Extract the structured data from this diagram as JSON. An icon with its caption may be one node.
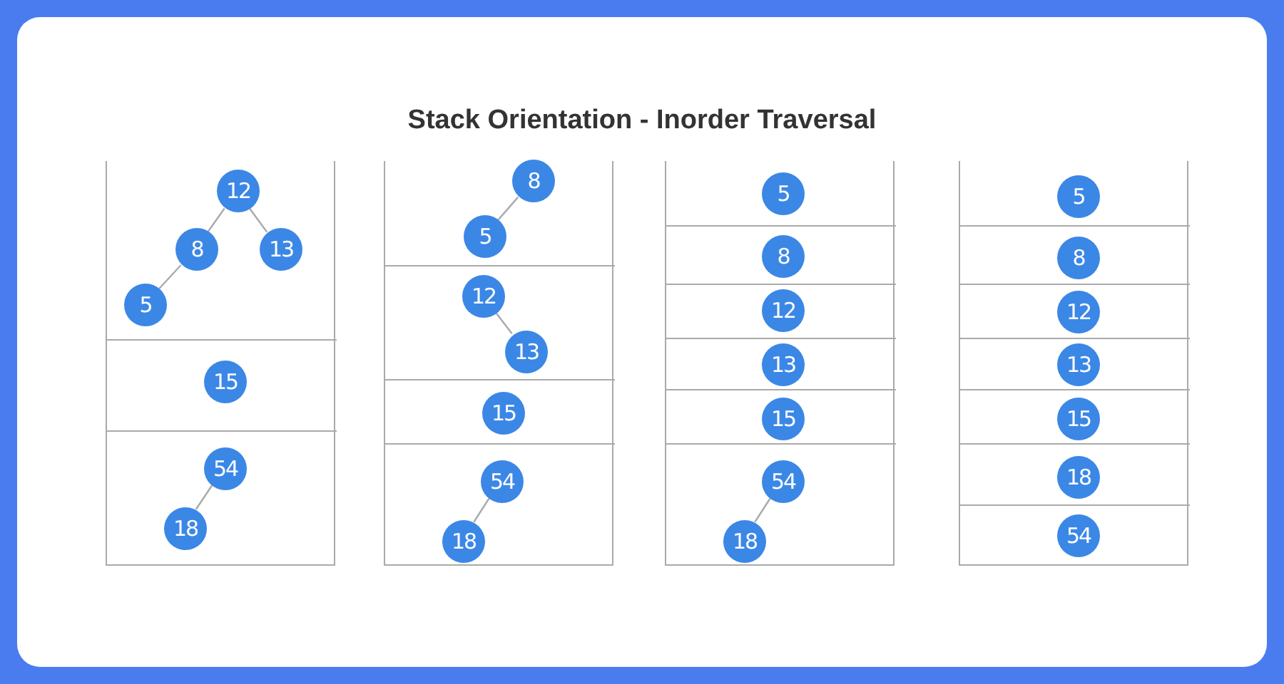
{
  "diagram": {
    "title": "Stack Orientation - Inorder Traversal",
    "nodes": [
      {
        "text": [],
        "shape": "box"
      },
      {
        "text": [],
        "shape": "box",
        "in": 0
      },
      {
        "text": [
          "12"
        ],
        "in": 1
      },
      {
        "text": [
          "8"
        ],
        "in": 1
      },
      {
        "text": [
          "13"
        ],
        "in": 1
      },
      {
        "text": [
          "5"
        ],
        "in": 1
      },
      {
        "text": [],
        "shape": "box",
        "in": 0
      },
      {
        "text": [
          "15"
        ],
        "in": 6
      },
      {
        "text": [],
        "shape": "box",
        "in": 0
      },
      {
        "text": [
          "54"
        ],
        "in": 8
      },
      {
        "text": [
          "18"
        ],
        "in": 8
      },
      {
        "text": [],
        "shape": "box"
      },
      {
        "text": [],
        "shape": "box",
        "in": 11
      },
      {
        "text": [
          "8"
        ],
        "in": 12
      },
      {
        "text": [
          "5"
        ],
        "in": 12
      },
      {
        "text": [],
        "shape": "box",
        "in": 11
      },
      {
        "text": [
          "12"
        ],
        "in": 15
      },
      {
        "text": [
          "13"
        ],
        "in": 15
      },
      {
        "text": [],
        "shape": "box",
        "in": 11
      },
      {
        "text": [
          "15"
        ],
        "in": 18
      },
      {
        "text": [],
        "shape": "box",
        "in": 11
      },
      {
        "text": [
          "54"
        ],
        "in": 20
      },
      {
        "text": [
          "18"
        ],
        "in": 20
      },
      {
        "text": [],
        "shape": "box"
      },
      {
        "text": [],
        "shape": "box",
        "in": 23
      },
      {
        "text": [
          "5"
        ],
        "in": 24
      },
      {
        "text": [],
        "shape": "box",
        "in": 23
      },
      {
        "text": [
          "8"
        ],
        "in": 26
      },
      {
        "text": [],
        "shape": "box",
        "in": 23
      },
      {
        "text": [
          "12"
        ],
        "in": 28
      },
      {
        "text": [],
        "shape": "box",
        "in": 23
      },
      {
        "text": [
          "13"
        ],
        "in": 30
      },
      {
        "text": [],
        "shape": "box",
        "in": 23
      },
      {
        "text": [
          "15"
        ],
        "in": 32
      },
      {
        "text": [],
        "shape": "box",
        "in": 23
      },
      {
        "text": [
          "54"
        ],
        "in": 34
      },
      {
        "text": [
          "18"
        ],
        "in": 34
      },
      {
        "text": [],
        "shape": "box"
      },
      {
        "text": [],
        "shape": "box",
        "in": 37
      },
      {
        "text": [
          "5"
        ],
        "in": 38
      },
      {
        "text": [],
        "shape": "box",
        "in": 37
      },
      {
        "text": [
          "8"
        ],
        "in": 40
      },
      {
        "text": [],
        "shape": "box",
        "in": 37
      },
      {
        "text": [
          "12"
        ],
        "in": 42
      },
      {
        "text": [],
        "shape": "box",
        "in": 37
      },
      {
        "text": [
          "13"
        ],
        "in": 44
      },
      {
        "text": [],
        "shape": "box",
        "in": 37
      },
      {
        "text": [
          "15"
        ],
        "in": 46
      },
      {
        "text": [],
        "shape": "box",
        "in": 37
      },
      {
        "text": [
          "18"
        ],
        "in": 48
      },
      {
        "text": [],
        "shape": "box",
        "in": 37
      },
      {
        "text": [
          "54"
        ],
        "in": 50
      }
    ],
    "edges": [
      {
        "from": 2,
        "to": 3,
        "arrow": "none"
      },
      {
        "from": 2,
        "to": 4,
        "arrow": "none"
      },
      {
        "from": 3,
        "to": 5,
        "arrow": "none"
      },
      {
        "from": 9,
        "to": 10,
        "arrow": "none"
      },
      {
        "from": 13,
        "to": 14,
        "arrow": "none"
      },
      {
        "from": 16,
        "to": 17,
        "arrow": "none"
      },
      {
        "from": 21,
        "to": 22,
        "arrow": "none"
      },
      {
        "from": 35,
        "to": 36,
        "arrow": "none"
      }
    ]
  }
}
